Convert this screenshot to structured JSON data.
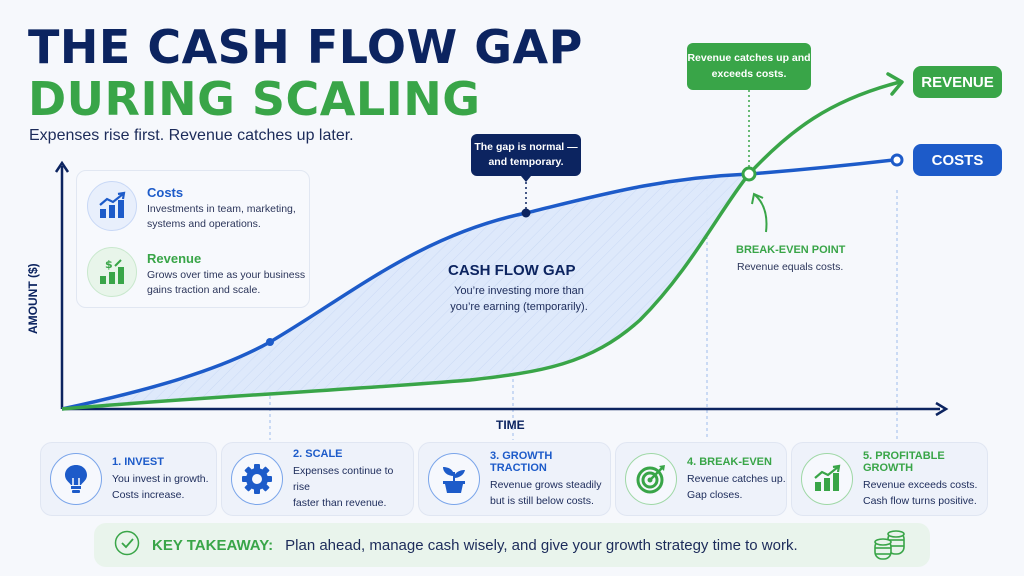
{
  "header": {
    "title_line1": "THE CASH FLOW GAP",
    "title_line2": "DURING SCALING",
    "subtitle": "Expenses rise first. Revenue catches up later."
  },
  "legend": {
    "costs": {
      "title": "Costs",
      "desc": "Investments in team, marketing, systems and operations.",
      "icon": "chart-up-icon"
    },
    "revenue": {
      "title": "Revenue",
      "desc": "Grows over time as your business gains traction and scale.",
      "icon": "dollar-chart-icon"
    }
  },
  "annotations": {
    "gap_callout": "The gap is normal — and temporary.",
    "gap_title": "CASH FLOW GAP",
    "gap_desc": "You’re investing more than you’re earning (temporarily).",
    "breakeven_callout": "Revenue catches up and exceeds costs.",
    "breakeven_title": "BREAK-EVEN POINT",
    "breakeven_desc": "Revenue equals costs.",
    "revenue_pill": "REVENUE",
    "costs_pill": "COSTS"
  },
  "axes": {
    "x": "TIME",
    "y": "AMOUNT ($)"
  },
  "steps": [
    {
      "title": "1. INVEST",
      "desc1": "You invest in growth.",
      "desc2": "Costs increase.",
      "icon": "lightbulb-icon",
      "color": "blue"
    },
    {
      "title": "2. SCALE",
      "desc1": "Expenses continue to rise",
      "desc2": "faster than revenue.",
      "icon": "gear-icon",
      "color": "blue"
    },
    {
      "title": "3. GROWTH TRACTION",
      "desc1": "Revenue grows steadily",
      "desc2": "but is still below costs.",
      "icon": "plant-icon",
      "color": "blue"
    },
    {
      "title": "4. BREAK-EVEN",
      "desc1": "Revenue catches up.",
      "desc2": "Gap closes.",
      "icon": "target-icon",
      "color": "green"
    },
    {
      "title": "5. PROFITABLE GROWTH",
      "desc1": "Revenue exceeds costs.",
      "desc2": "Cash flow turns positive.",
      "icon": "chart-up-icon",
      "color": "green"
    }
  ],
  "takeaway": {
    "label": "KEY TAKEAWAY:",
    "text": "Plan ahead, manage cash wisely, and give your growth strategy time to work."
  },
  "colors": {
    "navy": "#0c2460",
    "blue": "#1d5bc9",
    "green": "#39a548",
    "gap_fill": "#dce8fb"
  },
  "chart_data": {
    "type": "line",
    "title": "THE CASH FLOW GAP DURING SCALING",
    "subtitle": "Expenses rise first. Revenue catches up later.",
    "xlabel": "TIME",
    "ylabel": "AMOUNT ($)",
    "x": [
      0,
      1,
      2,
      3,
      4,
      5,
      6,
      7,
      8,
      9,
      10
    ],
    "series": [
      {
        "name": "Costs",
        "values": [
          0,
          12,
          27,
          48,
          63,
          70,
          74,
          76,
          77,
          79,
          80
        ]
      },
      {
        "name": "Revenue",
        "values": [
          0,
          4,
          7,
          9,
          12,
          17,
          38,
          70,
          88,
          100,
          108
        ]
      }
    ],
    "annotations": [
      "CASH FLOW GAP",
      "BREAK-EVEN POINT",
      "The gap is normal — and temporary.",
      "Revenue catches up and exceeds costs."
    ],
    "phases": [
      "1. INVEST",
      "2. SCALE",
      "3. GROWTH TRACTION",
      "4. BREAK-EVEN",
      "5. PROFITABLE GROWTH"
    ],
    "grid": false,
    "legend_position": "top-left"
  }
}
